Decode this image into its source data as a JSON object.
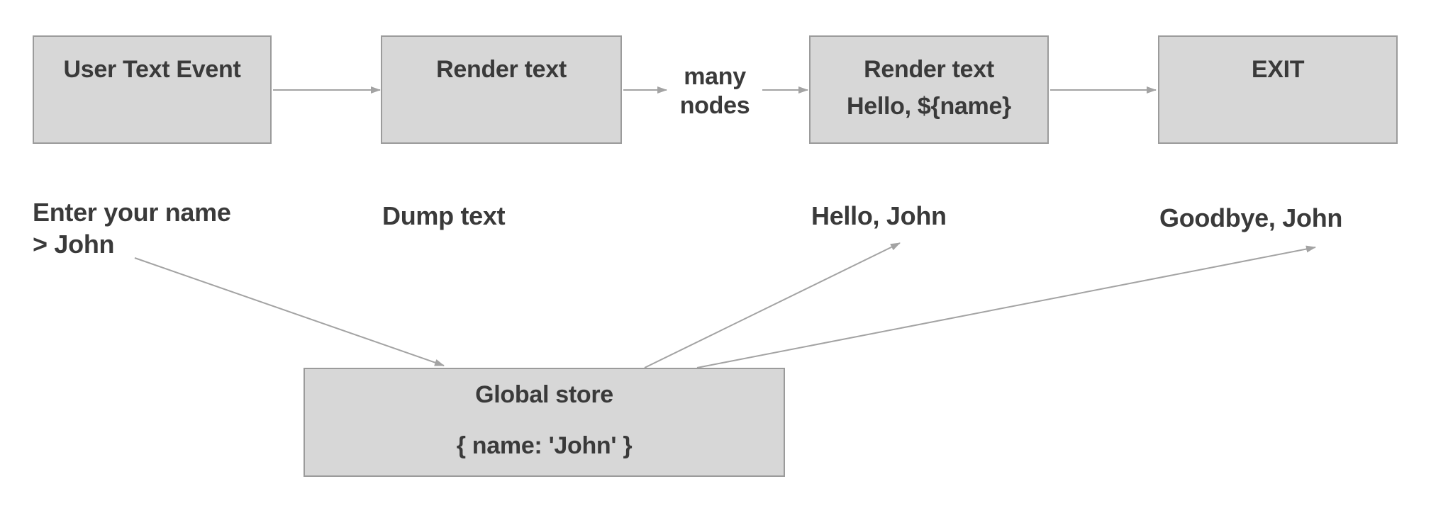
{
  "colors": {
    "node_fill": "#d7d7d7",
    "node_border": "#9b9b9b",
    "text": "#3a3a3a",
    "arrow": "#a3a3a3",
    "background": "#ffffff"
  },
  "flow": {
    "nodes": [
      {
        "id": "user-text-event",
        "lines": [
          "User Text Event"
        ]
      },
      {
        "id": "render-text",
        "lines": [
          "Render text"
        ]
      },
      {
        "id": "render-text-hello",
        "lines": [
          "Render text",
          "Hello, ${name}"
        ]
      },
      {
        "id": "exit",
        "lines": [
          "EXIT"
        ]
      }
    ],
    "edge_label": {
      "line1": "many",
      "line2": "nodes"
    },
    "edges": [
      {
        "from": "user-text-event",
        "to": "render-text"
      },
      {
        "from": "render-text",
        "to": "many-nodes-label"
      },
      {
        "from": "many-nodes-label",
        "to": "render-text-hello"
      },
      {
        "from": "render-text-hello",
        "to": "exit"
      },
      {
        "from": "enter-name-annotation",
        "to": "global-store"
      },
      {
        "from": "global-store",
        "to": "hello-john-annotation"
      },
      {
        "from": "global-store",
        "to": "goodbye-john-annotation"
      }
    ]
  },
  "annotations": {
    "enter_name": {
      "line1": "Enter your name",
      "line2": "> John"
    },
    "dump_text": "Dump text",
    "hello": "Hello, John",
    "goodbye": "Goodbye, John"
  },
  "store": {
    "title": "Global store",
    "content": "{ name: 'John' }"
  }
}
